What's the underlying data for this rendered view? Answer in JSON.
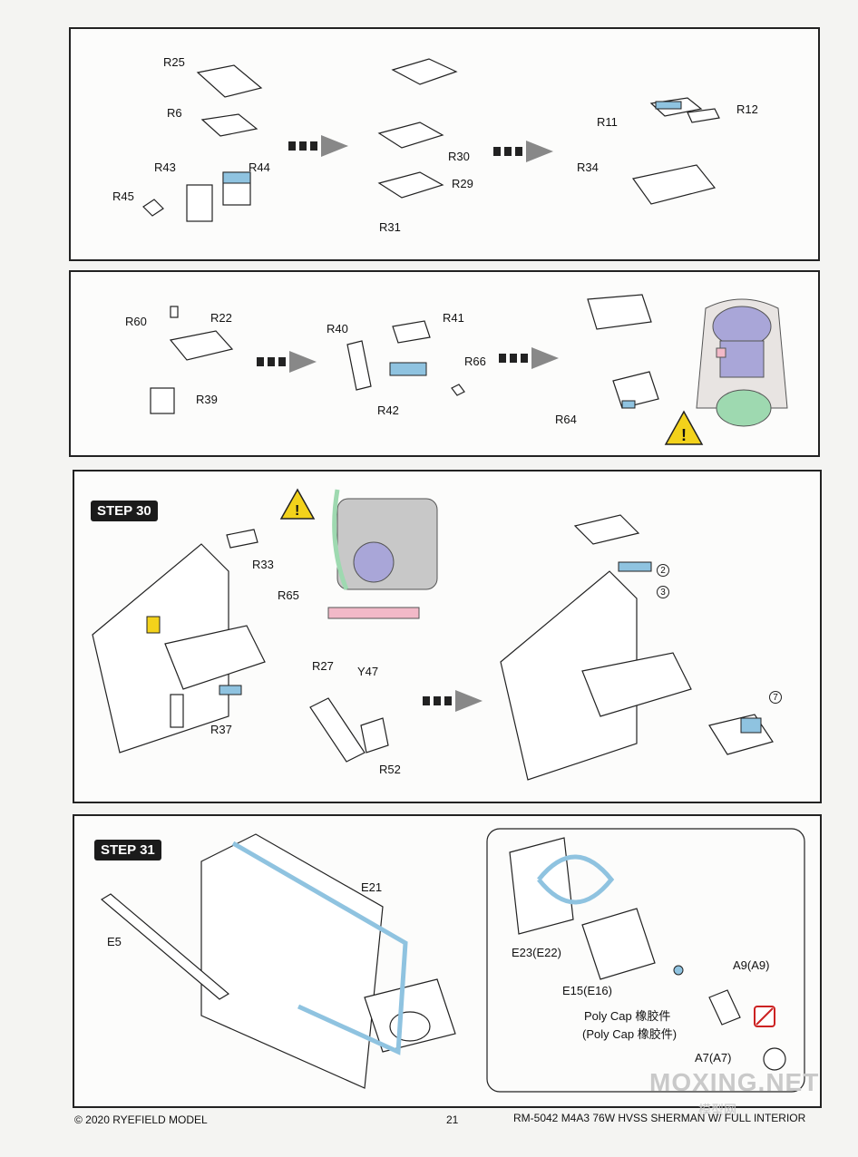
{
  "panels": {
    "p1": {
      "labels": [
        "R25",
        "R6",
        "R43",
        "R44",
        "R45",
        "R30",
        "R29",
        "R31",
        "R11",
        "R12",
        "R34"
      ]
    },
    "p2": {
      "labels": [
        "R60",
        "R22",
        "R39",
        "R40",
        "R41",
        "R66",
        "R42",
        "R64"
      ]
    },
    "p3": {
      "step": "STEP 30",
      "labels": [
        "R33",
        "R65",
        "R27",
        "Y47",
        "R37",
        "R52"
      ],
      "callouts": [
        "2",
        "3",
        "7"
      ]
    },
    "p4": {
      "step": "STEP 31",
      "labels": [
        "E21",
        "E5",
        "E23(E22)",
        "E15(E16)",
        "A9(A9)",
        "Poly Cap 橡胶件",
        "(Poly Cap 橡胶件)",
        "A7(A7)"
      ]
    }
  },
  "footer": {
    "copyright": "© 2020 RYEFIELD MODEL",
    "page_number": "21",
    "product": "RM-5042  M4A3 76W HVSS SHERMAN W/ FULL INTERIOR"
  },
  "watermark": {
    "text": "MOXING.NET",
    "sub": "模型网"
  },
  "colors": {
    "part_highlight": "#8fc3e0",
    "warning": "#f3d21b",
    "ref_purple": "#a9a6d8",
    "ref_green": "#9ed9b0",
    "ref_pink": "#f2b9c8"
  },
  "icons": [
    "warning-icon",
    "arrow-right-icon",
    "no-glue-icon"
  ]
}
